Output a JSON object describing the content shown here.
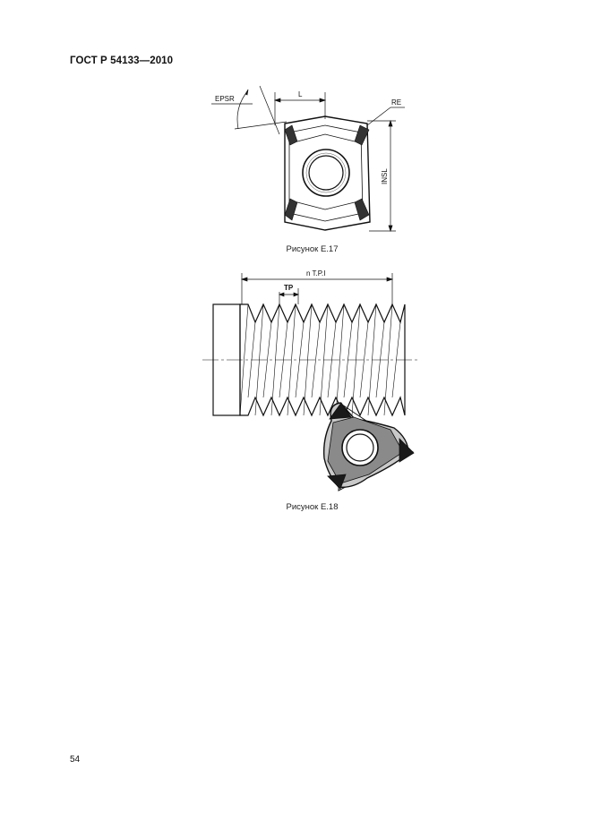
{
  "document": {
    "header": "ГОСТ Р 54133—2010",
    "page_number": "54"
  },
  "figure_17": {
    "caption": "Рисунок Е.17",
    "labels": {
      "epsr": "EPSR",
      "l": "L",
      "re": "RE",
      "insl": "INSL"
    }
  },
  "figure_18": {
    "caption": "Рисунок Е.18",
    "labels": {
      "ntpi": "n T.P.I",
      "tp": "TP"
    }
  }
}
